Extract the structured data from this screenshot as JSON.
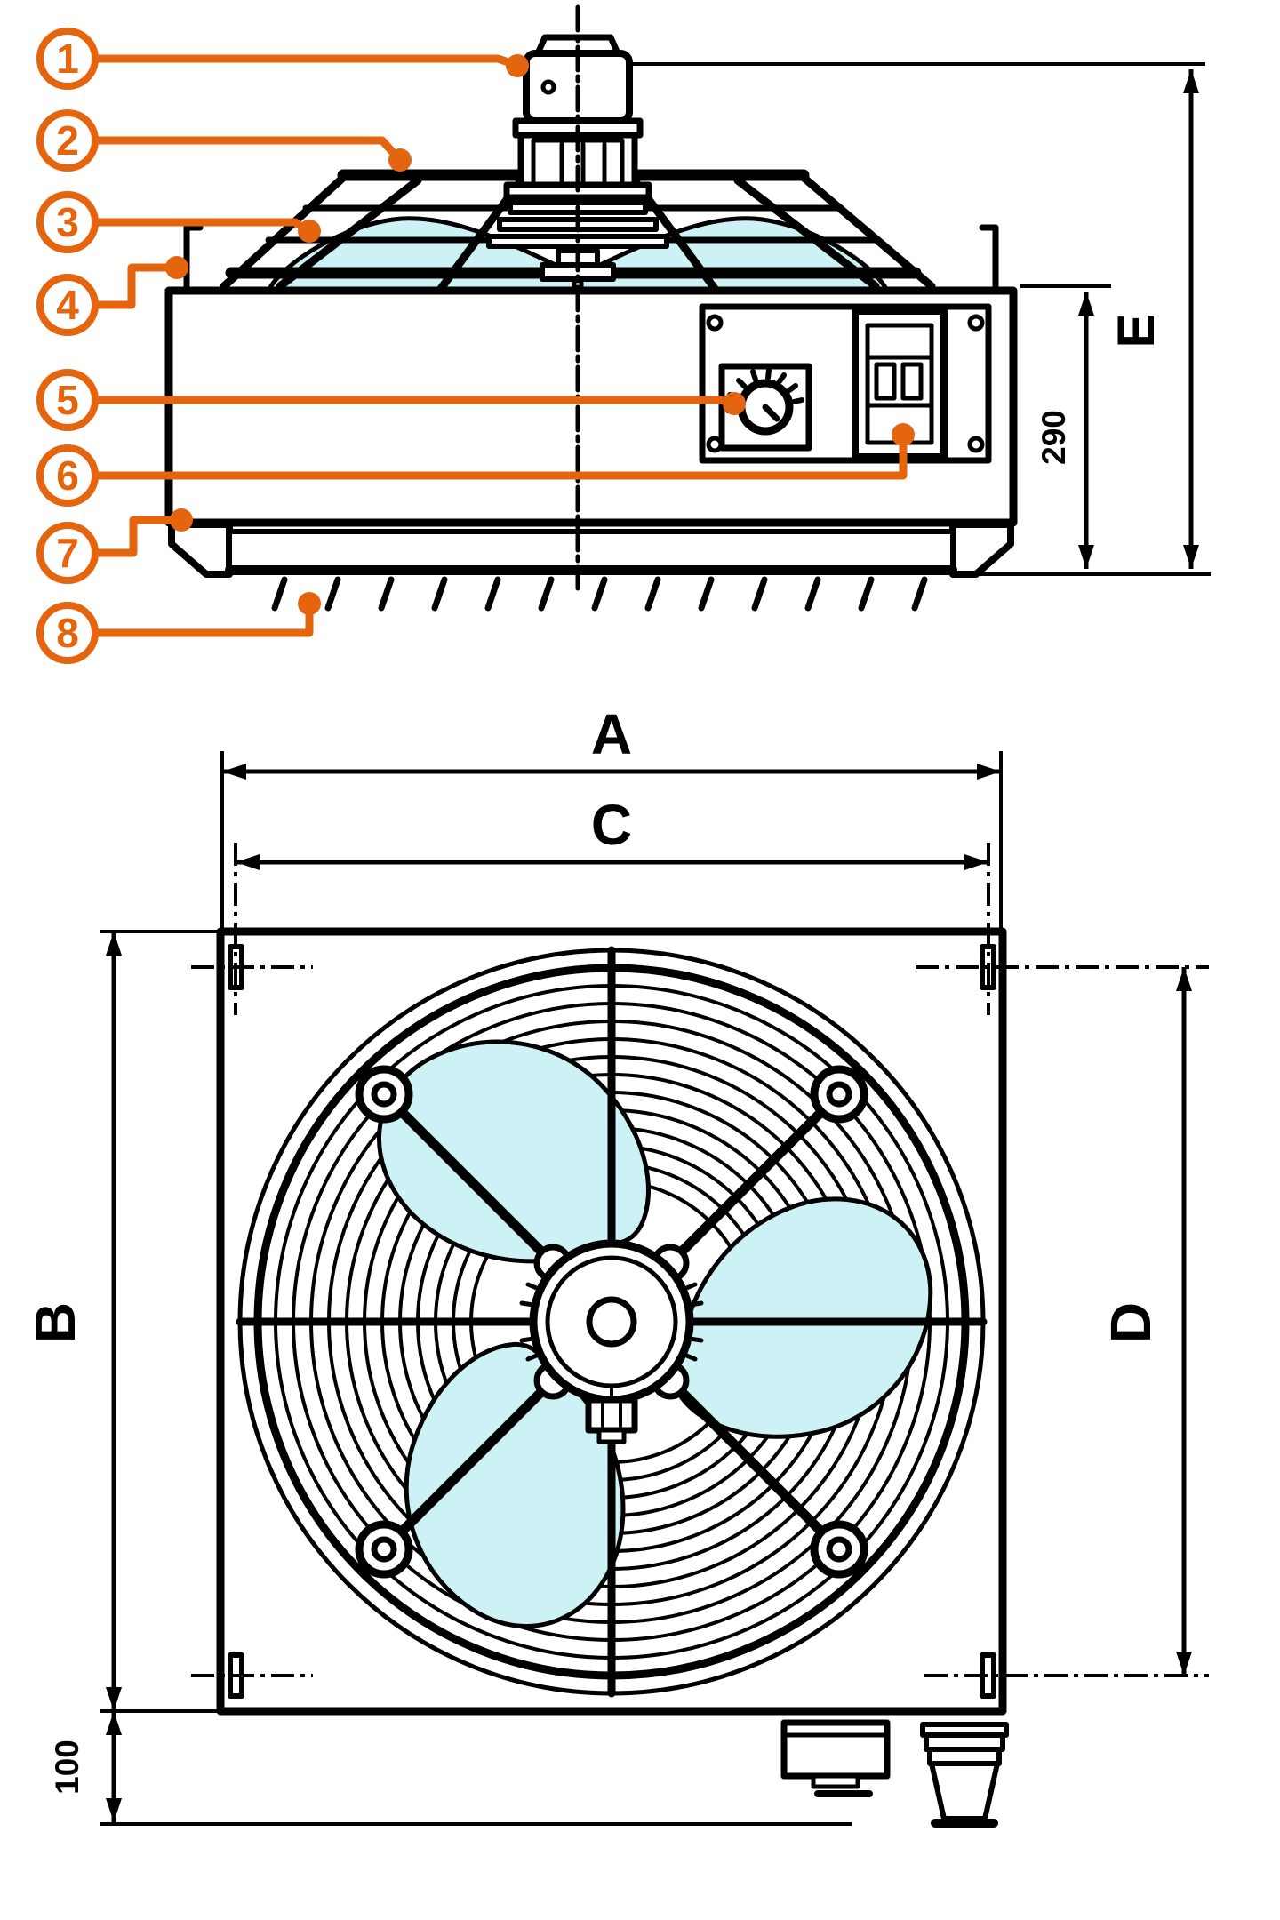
{
  "diagram": {
    "colors": {
      "accent": "#E5650F",
      "line": "#000000",
      "blade_fill": "#CDF2F6",
      "background": "#FFFFFF"
    },
    "callouts": {
      "items": [
        {
          "label": "1"
        },
        {
          "label": "2"
        },
        {
          "label": "3"
        },
        {
          "label": "4"
        },
        {
          "label": "5"
        },
        {
          "label": "6"
        },
        {
          "label": "7"
        },
        {
          "label": "8"
        }
      ]
    },
    "dimensions": {
      "A": "A",
      "B": "B",
      "C": "C",
      "D": "D",
      "E": "E",
      "n290": "290",
      "n100": "100"
    }
  }
}
